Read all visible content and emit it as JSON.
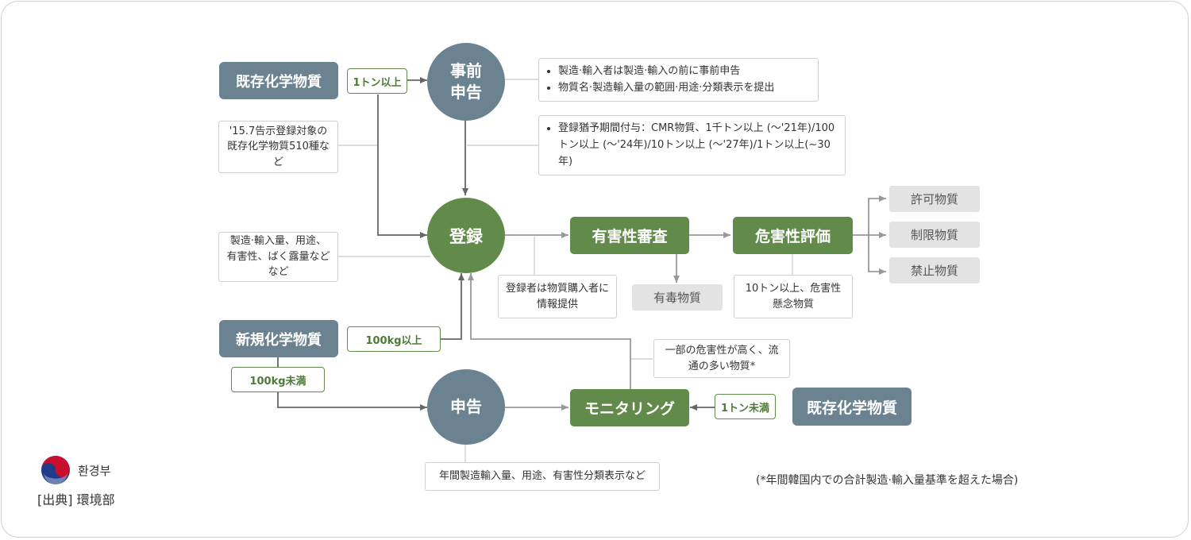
{
  "nodes": {
    "existing_top": "既存化学物質",
    "prior_circle_line1": "事前",
    "prior_circle_line2": "申告",
    "registration": "登録",
    "hazard_review": "有害性審査",
    "risk_assessment": "危害性評価",
    "new_chemical": "新規化学物質",
    "report": "申告",
    "monitoring": "モニタリング",
    "existing_bottom": "既存化学物質"
  },
  "tags": {
    "one_ton_over": "1トン以上",
    "hundred_kg_over": "100kg以上",
    "hundred_kg_under": "100kg未満",
    "one_ton_under": "1トン未満"
  },
  "results": {
    "permitted": "許可物質",
    "restricted": "制限物質",
    "prohibited": "禁止物質",
    "toxic": "有毒物質"
  },
  "notes": {
    "prior_bullets": [
      "製造·輸入者は製造·輸入の前に事前申告",
      "物質名·製造輸入量の範囲·用途·分類表示を提出"
    ],
    "grace_bullets": [
      "登録猶予期間付与：CMR物質、1千トン以上 (〜'21年)/100トン以上 (〜'24年)/10トン以上 (〜'27年)/1トン以上(~30年)"
    ],
    "existing_510": "'15.7告示登録対象の既存化学物質510種など",
    "registration_items": "製造·輸入量、用途、有害性、ばく露量などなど",
    "buyer_info": "登録者は物質購入者に情報提供",
    "risk_concern": "10トン以上、危害性懸念物質",
    "monitoring_target": "一部の危害性が高く、流通の多い物質*",
    "report_items": "年間製造輸入量、用途、有害性分類表示など"
  },
  "logo": {
    "name": "환경부",
    "icon": "korean-government-taegeuk-icon"
  },
  "source": "[出典] 環境部",
  "footnote": "(*年間韓国内での合計製造·輸入量基準を超えた場合)",
  "colors": {
    "slate": "#6b8290",
    "green": "#628a4a",
    "grey_box": "#e3e3e3",
    "line": "#bdbdbd",
    "arrow": "#777777"
  }
}
